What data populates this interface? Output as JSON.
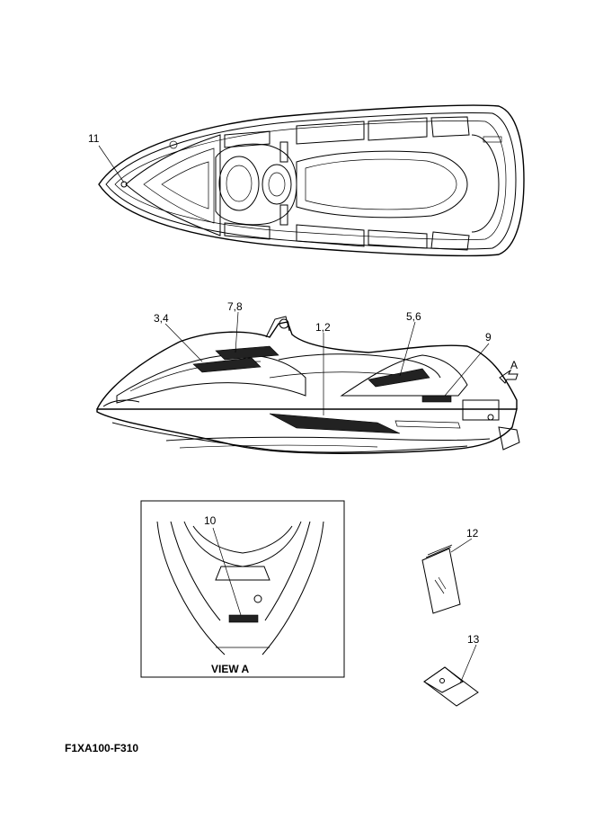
{
  "labels": {
    "p11": "11",
    "p34": "3,4",
    "p78": "7,8",
    "p12": "1,2",
    "p56": "5,6",
    "p9": "9",
    "pA": "A",
    "p10": "10",
    "p12b": "12",
    "p13": "13"
  },
  "view_label": "VIEW A",
  "diagram_code": "F1XA100-F310"
}
